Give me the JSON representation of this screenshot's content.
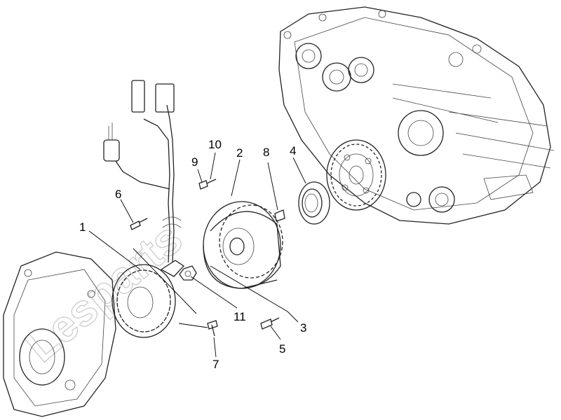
{
  "callouts": [
    {
      "id": "1",
      "label": "1"
    },
    {
      "id": "2",
      "label": "2"
    },
    {
      "id": "3",
      "label": "3"
    },
    {
      "id": "4",
      "label": "4"
    },
    {
      "id": "5",
      "label": "5"
    },
    {
      "id": "6",
      "label": "6"
    },
    {
      "id": "7",
      "label": "7"
    },
    {
      "id": "8",
      "label": "8"
    },
    {
      "id": "9",
      "label": "9"
    },
    {
      "id": "10",
      "label": "10"
    },
    {
      "id": "11",
      "label": "11"
    }
  ],
  "watermark": "Lesparts"
}
